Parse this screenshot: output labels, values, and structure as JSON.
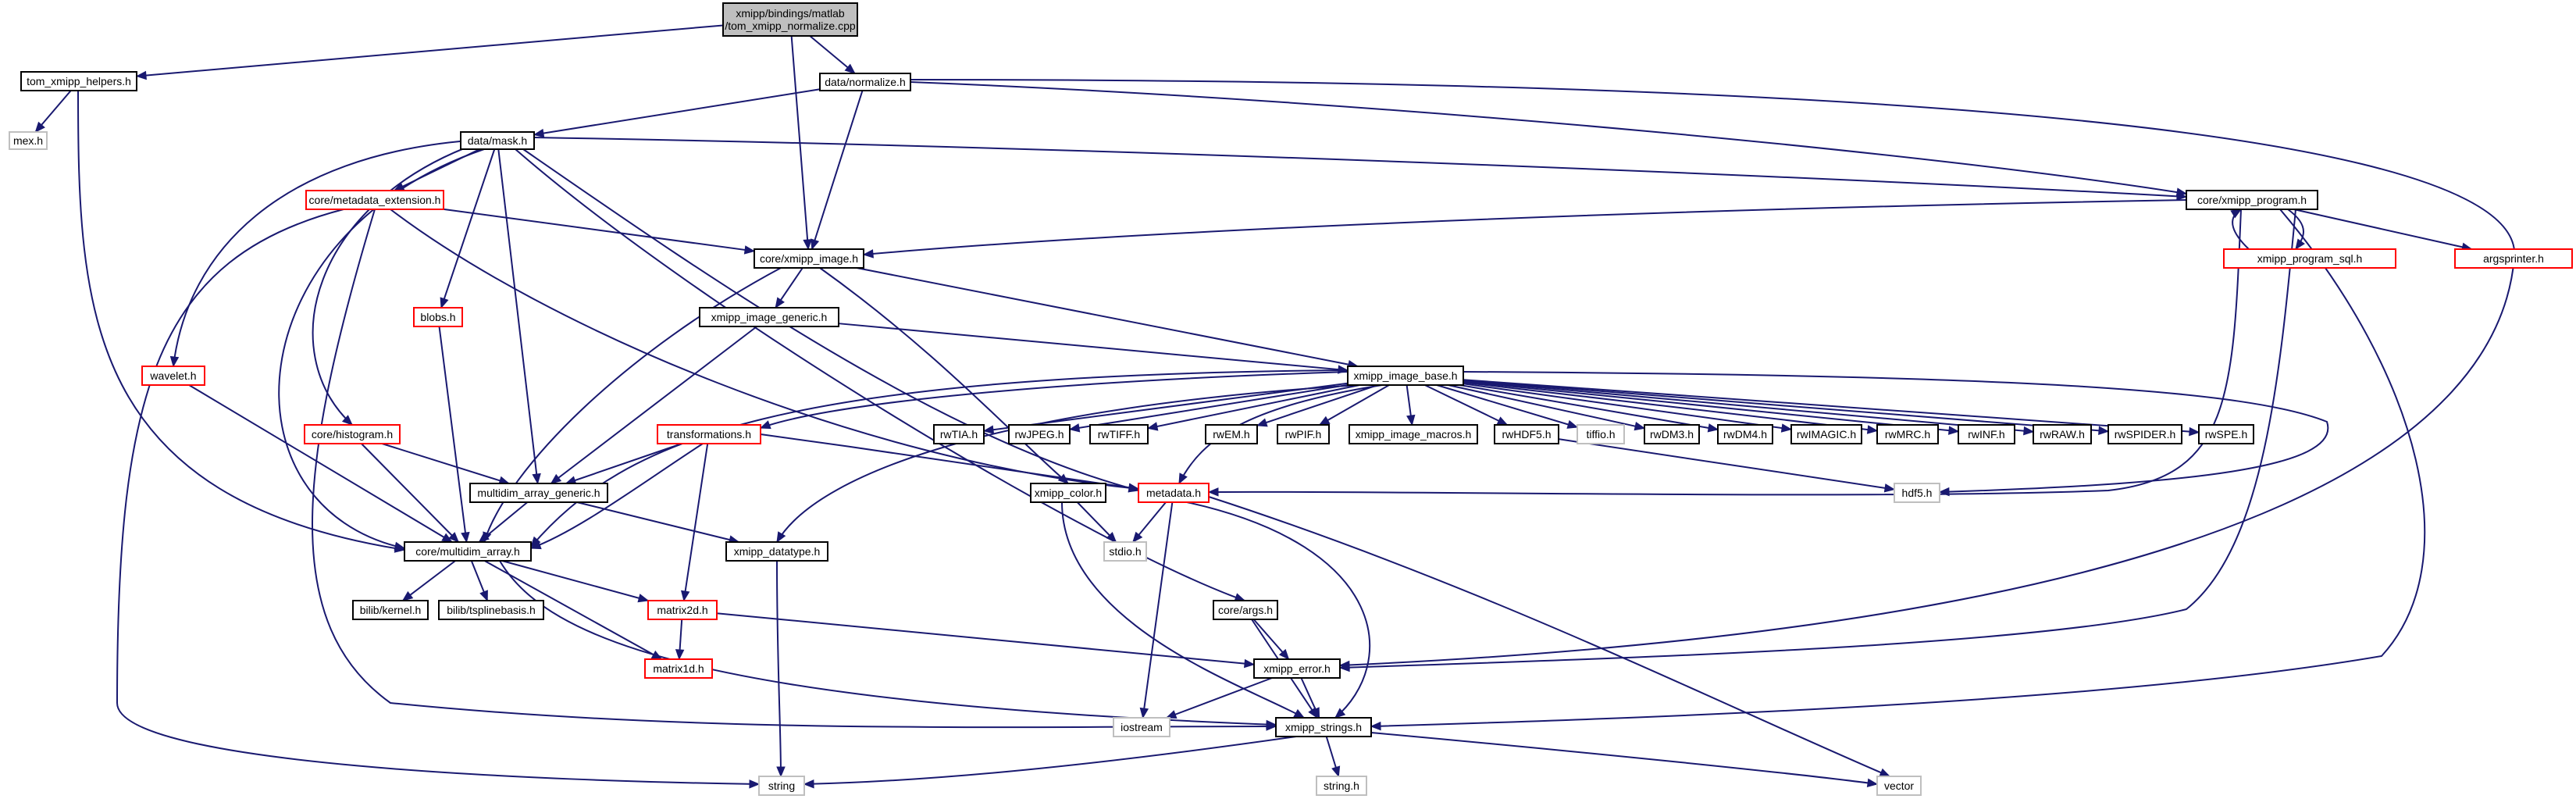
{
  "diagram": {
    "type": "include-dependency-graph",
    "colors": {
      "edge": "#191970",
      "root_fill": "#bfbfbf",
      "documented_border": "#000000",
      "undocumented_border": "#ff0000",
      "system_border": "#bfbfbf"
    },
    "nodes": [
      {
        "id": "root",
        "lines": [
          "xmipp/bindings/matlab",
          "/tom_xmipp_normalize.cpp"
        ],
        "style": "root"
      },
      {
        "id": "tom_helpers",
        "lines": [
          "tom_xmipp_helpers.h"
        ],
        "style": "normal"
      },
      {
        "id": "normalize",
        "lines": [
          "data/normalize.h"
        ],
        "style": "normal"
      },
      {
        "id": "mex",
        "lines": [
          "mex.h"
        ],
        "style": "sys"
      },
      {
        "id": "mask",
        "lines": [
          "data/mask.h"
        ],
        "style": "normal"
      },
      {
        "id": "xprogram",
        "lines": [
          "core/xmipp_program.h"
        ],
        "style": "normal"
      },
      {
        "id": "mdext",
        "lines": [
          "core/metadata_extension.h"
        ],
        "style": "red"
      },
      {
        "id": "ximage",
        "lines": [
          "core/xmipp_image.h"
        ],
        "style": "normal"
      },
      {
        "id": "psql",
        "lines": [
          "xmipp_program_sql.h"
        ],
        "style": "red"
      },
      {
        "id": "argsprinter",
        "lines": [
          "argsprinter.h"
        ],
        "style": "red"
      },
      {
        "id": "blobs",
        "lines": [
          "blobs.h"
        ],
        "style": "red"
      },
      {
        "id": "igeneric",
        "lines": [
          "xmipp_image_generic.h"
        ],
        "style": "normal"
      },
      {
        "id": "wavelet",
        "lines": [
          "wavelet.h"
        ],
        "style": "red"
      },
      {
        "id": "ibase",
        "lines": [
          "xmipp_image_base.h"
        ],
        "style": "normal"
      },
      {
        "id": "histogram",
        "lines": [
          "core/histogram.h"
        ],
        "style": "red"
      },
      {
        "id": "transformations",
        "lines": [
          "transformations.h"
        ],
        "style": "red"
      },
      {
        "id": "rwTIA",
        "lines": [
          "rwTIA.h"
        ],
        "style": "normal"
      },
      {
        "id": "rwJPEG",
        "lines": [
          "rwJPEG.h"
        ],
        "style": "normal"
      },
      {
        "id": "rwTIFF",
        "lines": [
          "rwTIFF.h"
        ],
        "style": "normal"
      },
      {
        "id": "rwEM",
        "lines": [
          "rwEM.h"
        ],
        "style": "normal"
      },
      {
        "id": "rwPIF",
        "lines": [
          "rwPIF.h"
        ],
        "style": "normal"
      },
      {
        "id": "macros",
        "lines": [
          "xmipp_image_macros.h"
        ],
        "style": "normal"
      },
      {
        "id": "rwHDF5",
        "lines": [
          "rwHDF5.h"
        ],
        "style": "normal"
      },
      {
        "id": "tiffio",
        "lines": [
          "tiffio.h"
        ],
        "style": "sys"
      },
      {
        "id": "rwDM3",
        "lines": [
          "rwDM3.h"
        ],
        "style": "normal"
      },
      {
        "id": "rwDM4",
        "lines": [
          "rwDM4.h"
        ],
        "style": "normal"
      },
      {
        "id": "rwIMAGIC",
        "lines": [
          "rwIMAGIC.h"
        ],
        "style": "normal"
      },
      {
        "id": "rwMRC",
        "lines": [
          "rwMRC.h"
        ],
        "style": "normal"
      },
      {
        "id": "rwINF",
        "lines": [
          "rwINF.h"
        ],
        "style": "normal"
      },
      {
        "id": "rwRAW",
        "lines": [
          "rwRAW.h"
        ],
        "style": "normal"
      },
      {
        "id": "rwSPIDER",
        "lines": [
          "rwSPIDER.h"
        ],
        "style": "normal"
      },
      {
        "id": "rwSPE",
        "lines": [
          "rwSPE.h"
        ],
        "style": "normal"
      },
      {
        "id": "mdagen",
        "lines": [
          "multidim_array_generic.h"
        ],
        "style": "normal"
      },
      {
        "id": "metadata",
        "lines": [
          "metadata.h"
        ],
        "style": "red"
      },
      {
        "id": "xcolor",
        "lines": [
          "xmipp_color.h"
        ],
        "style": "normal"
      },
      {
        "id": "hdf5",
        "lines": [
          "hdf5.h"
        ],
        "style": "sys"
      },
      {
        "id": "mda",
        "lines": [
          "core/multidim_array.h"
        ],
        "style": "normal"
      },
      {
        "id": "xdatatype",
        "lines": [
          "xmipp_datatype.h"
        ],
        "style": "normal"
      },
      {
        "id": "stdio",
        "lines": [
          "stdio.h"
        ],
        "style": "sys"
      },
      {
        "id": "kernel",
        "lines": [
          "bilib/kernel.h"
        ],
        "style": "normal"
      },
      {
        "id": "tsplinebasis",
        "lines": [
          "bilib/tsplinebasis.h"
        ],
        "style": "normal"
      },
      {
        "id": "matrix2d",
        "lines": [
          "matrix2d.h"
        ],
        "style": "red"
      },
      {
        "id": "args",
        "lines": [
          "core/args.h"
        ],
        "style": "normal"
      },
      {
        "id": "matrix1d",
        "lines": [
          "matrix1d.h"
        ],
        "style": "red"
      },
      {
        "id": "xerror",
        "lines": [
          "xmipp_error.h"
        ],
        "style": "normal"
      },
      {
        "id": "iostream",
        "lines": [
          "iostream"
        ],
        "style": "sys"
      },
      {
        "id": "xstrings",
        "lines": [
          "xmipp_strings.h"
        ],
        "style": "normal"
      },
      {
        "id": "string",
        "lines": [
          "string"
        ],
        "style": "sys"
      },
      {
        "id": "stringh",
        "lines": [
          "string.h"
        ],
        "style": "sys"
      },
      {
        "id": "vector",
        "lines": [
          "vector"
        ],
        "style": "sys"
      }
    ],
    "edges": [
      [
        "root",
        "tom_helpers"
      ],
      [
        "root",
        "normalize"
      ],
      [
        "root",
        "ximage"
      ],
      [
        "tom_helpers",
        "mex"
      ],
      [
        "tom_helpers",
        "mda"
      ],
      [
        "normalize",
        "mask"
      ],
      [
        "normalize",
        "xprogram"
      ],
      [
        "normalize",
        "ximage"
      ],
      [
        "normalize",
        "xerror"
      ],
      [
        "mask",
        "xprogram"
      ],
      [
        "mask",
        "mdext"
      ],
      [
        "mask",
        "blobs"
      ],
      [
        "mask",
        "wavelet"
      ],
      [
        "mask",
        "histogram"
      ],
      [
        "mask",
        "mdagen"
      ],
      [
        "mask",
        "mda"
      ],
      [
        "mask",
        "metadata"
      ],
      [
        "mask",
        "args"
      ],
      [
        "xprogram",
        "ximage"
      ],
      [
        "xprogram",
        "psql"
      ],
      [
        "xprogram",
        "argsprinter"
      ],
      [
        "xprogram",
        "metadata"
      ],
      [
        "xprogram",
        "xerror"
      ],
      [
        "xprogram",
        "xstrings"
      ],
      [
        "psql",
        "xprogram"
      ],
      [
        "mdext",
        "ximage"
      ],
      [
        "mdext",
        "metadata"
      ],
      [
        "mdext",
        "xstrings"
      ],
      [
        "mdext",
        "string"
      ],
      [
        "ximage",
        "igeneric"
      ],
      [
        "ximage",
        "ibase"
      ],
      [
        "ximage",
        "mda"
      ],
      [
        "ximage",
        "xcolor"
      ],
      [
        "igeneric",
        "ibase"
      ],
      [
        "igeneric",
        "mdagen"
      ],
      [
        "blobs",
        "mda"
      ],
      [
        "wavelet",
        "mda"
      ],
      [
        "histogram",
        "mdagen"
      ],
      [
        "histogram",
        "mda"
      ],
      [
        "ibase",
        "transformations"
      ],
      [
        "ibase",
        "rwTIA"
      ],
      [
        "ibase",
        "rwJPEG"
      ],
      [
        "ibase",
        "rwTIFF"
      ],
      [
        "ibase",
        "rwEM"
      ],
      [
        "ibase",
        "rwPIF"
      ],
      [
        "ibase",
        "macros"
      ],
      [
        "ibase",
        "rwHDF5"
      ],
      [
        "ibase",
        "tiffio"
      ],
      [
        "ibase",
        "rwDM3"
      ],
      [
        "ibase",
        "rwDM4"
      ],
      [
        "ibase",
        "rwIMAGIC"
      ],
      [
        "ibase",
        "rwMRC"
      ],
      [
        "ibase",
        "rwINF"
      ],
      [
        "ibase",
        "rwRAW"
      ],
      [
        "ibase",
        "rwSPIDER"
      ],
      [
        "ibase",
        "rwSPE"
      ],
      [
        "ibase",
        "metadata"
      ],
      [
        "ibase",
        "mda"
      ],
      [
        "ibase",
        "xdatatype"
      ],
      [
        "ibase",
        "hdf5"
      ],
      [
        "transformations",
        "mdagen"
      ],
      [
        "transformations",
        "mda"
      ],
      [
        "transformations",
        "matrix2d"
      ],
      [
        "transformations",
        "metadata"
      ],
      [
        "rwHDF5",
        "hdf5"
      ],
      [
        "mdagen",
        "mda"
      ],
      [
        "mdagen",
        "xdatatype"
      ],
      [
        "metadata",
        "stdio"
      ],
      [
        "metadata",
        "iostream"
      ],
      [
        "metadata",
        "xstrings"
      ],
      [
        "metadata",
        "vector"
      ],
      [
        "xcolor",
        "stdio"
      ],
      [
        "xcolor",
        "xstrings"
      ],
      [
        "mda",
        "kernel"
      ],
      [
        "mda",
        "tsplinebasis"
      ],
      [
        "mda",
        "matrix2d"
      ],
      [
        "mda",
        "matrix1d"
      ],
      [
        "mda",
        "xstrings"
      ],
      [
        "xdatatype",
        "string"
      ],
      [
        "matrix2d",
        "matrix1d"
      ],
      [
        "matrix2d",
        "xerror"
      ],
      [
        "args",
        "xerror"
      ],
      [
        "args",
        "xstrings"
      ],
      [
        "xerror",
        "iostream"
      ],
      [
        "xerror",
        "xstrings"
      ],
      [
        "xstrings",
        "string"
      ],
      [
        "xstrings",
        "stringh"
      ],
      [
        "xstrings",
        "vector"
      ]
    ]
  }
}
